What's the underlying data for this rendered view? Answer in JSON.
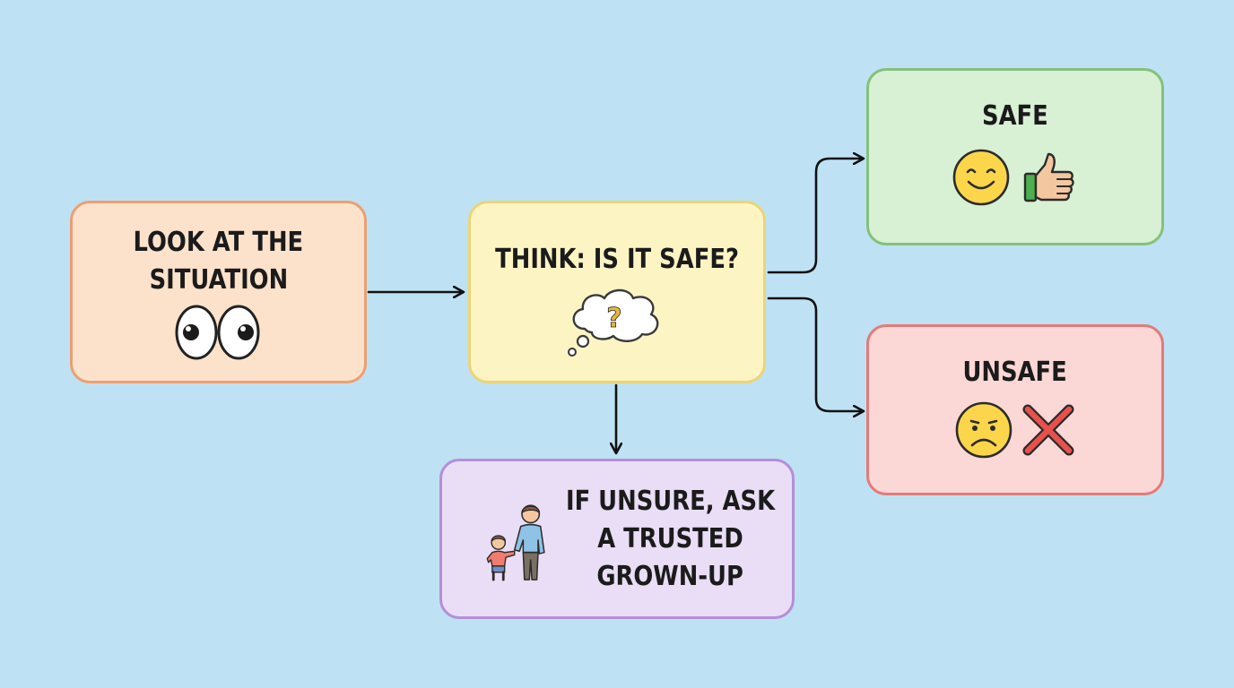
{
  "diagram": {
    "type": "flowchart",
    "background_color": "#bee2f4",
    "nodes": [
      {
        "id": "look",
        "label_lines": [
          "LOOK AT THE",
          "SITUATION"
        ],
        "icon": "eyes-icon",
        "fill": "#fde2cb",
        "border": "#ec9f72"
      },
      {
        "id": "think",
        "label_lines": [
          "THINK: IS IT SAFE?"
        ],
        "icon": "thought-bubble-question-icon",
        "fill": "#fdf4c4",
        "border": "#ecd476"
      },
      {
        "id": "safe",
        "label_lines": [
          "SAFE"
        ],
        "icons": [
          "smiley-face-icon",
          "thumbs-up-icon"
        ],
        "fill": "#d8f0d3",
        "border": "#86c07c"
      },
      {
        "id": "unsafe",
        "label_lines": [
          "UNSAFE"
        ],
        "icons": [
          "sad-face-icon",
          "red-x-icon"
        ],
        "fill": "#fbd7d6",
        "border": "#e57a78"
      },
      {
        "id": "ask",
        "label_lines": [
          "IF UNSURE, ASK",
          "A TRUSTED",
          "GROWN-UP"
        ],
        "icon": "child-and-adult-icon",
        "fill": "#e9def6",
        "border": "#b58ed8"
      }
    ],
    "edges": [
      {
        "from": "look",
        "to": "think"
      },
      {
        "from": "think",
        "to": "safe"
      },
      {
        "from": "think",
        "to": "unsafe"
      },
      {
        "from": "think",
        "to": "ask"
      }
    ]
  }
}
